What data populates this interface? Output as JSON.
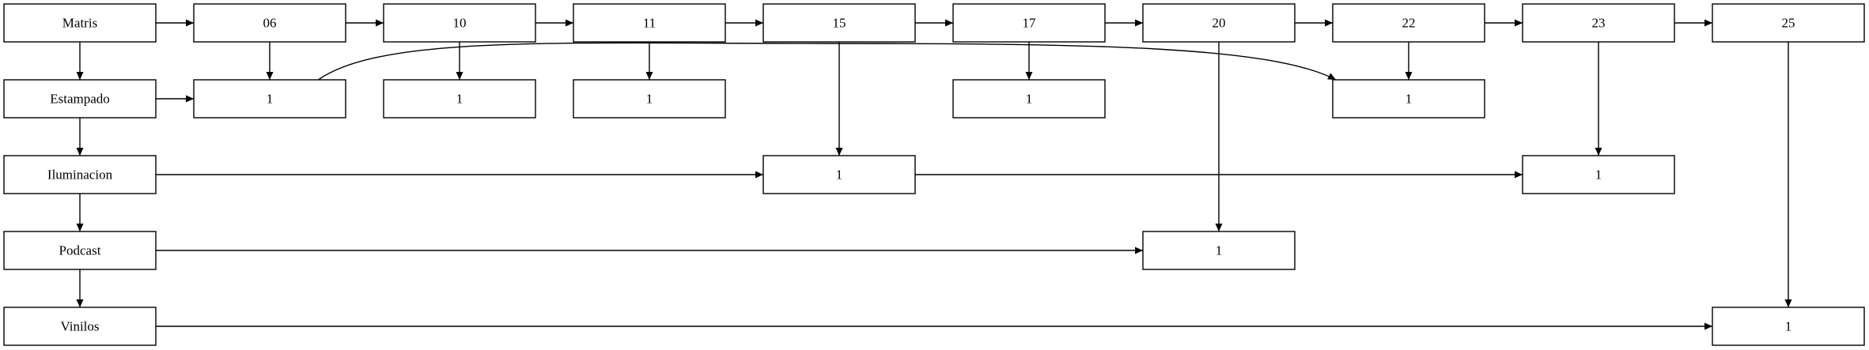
{
  "graph": {
    "nodes": [
      {
        "id": "matris",
        "label": "Matris"
      },
      {
        "id": "d06",
        "label": "06"
      },
      {
        "id": "d10",
        "label": "10"
      },
      {
        "id": "d11",
        "label": "11"
      },
      {
        "id": "d15",
        "label": "15"
      },
      {
        "id": "d17",
        "label": "17"
      },
      {
        "id": "d20",
        "label": "20"
      },
      {
        "id": "d22",
        "label": "22"
      },
      {
        "id": "d23",
        "label": "23"
      },
      {
        "id": "d25",
        "label": "25"
      },
      {
        "id": "estampado",
        "label": "Estampado"
      },
      {
        "id": "e06",
        "label": "1"
      },
      {
        "id": "e10",
        "label": "1"
      },
      {
        "id": "e11",
        "label": "1"
      },
      {
        "id": "e17",
        "label": "1"
      },
      {
        "id": "e22",
        "label": "1"
      },
      {
        "id": "iluminacion",
        "label": "Iluminacion"
      },
      {
        "id": "i15",
        "label": "1"
      },
      {
        "id": "i23",
        "label": "1"
      },
      {
        "id": "podcast",
        "label": "Podcast"
      },
      {
        "id": "p20",
        "label": "1"
      },
      {
        "id": "vinilos",
        "label": "Vinilos"
      },
      {
        "id": "v25",
        "label": "1"
      }
    ],
    "edges": [
      {
        "from": "matris",
        "to": "d06"
      },
      {
        "from": "d06",
        "to": "d10"
      },
      {
        "from": "d10",
        "to": "d11"
      },
      {
        "from": "d11",
        "to": "d15"
      },
      {
        "from": "d15",
        "to": "d17"
      },
      {
        "from": "d17",
        "to": "d20"
      },
      {
        "from": "d20",
        "to": "d22"
      },
      {
        "from": "d22",
        "to": "d23"
      },
      {
        "from": "d23",
        "to": "d25"
      },
      {
        "from": "matris",
        "to": "estampado"
      },
      {
        "from": "estampado",
        "to": "iluminacion"
      },
      {
        "from": "iluminacion",
        "to": "podcast"
      },
      {
        "from": "podcast",
        "to": "vinilos"
      },
      {
        "from": "d06",
        "to": "e06"
      },
      {
        "from": "d10",
        "to": "e10"
      },
      {
        "from": "d11",
        "to": "e11"
      },
      {
        "from": "d17",
        "to": "e17"
      },
      {
        "from": "d22",
        "to": "e22"
      },
      {
        "from": "d15",
        "to": "i15"
      },
      {
        "from": "d23",
        "to": "i23"
      },
      {
        "from": "d20",
        "to": "p20"
      },
      {
        "from": "d25",
        "to": "v25"
      },
      {
        "from": "estampado",
        "to": "e06"
      },
      {
        "from": "e06",
        "to": "e22"
      },
      {
        "from": "iluminacion",
        "to": "i15"
      },
      {
        "from": "i15",
        "to": "i23"
      },
      {
        "from": "podcast",
        "to": "p20"
      },
      {
        "from": "vinilos",
        "to": "v25"
      }
    ]
  }
}
